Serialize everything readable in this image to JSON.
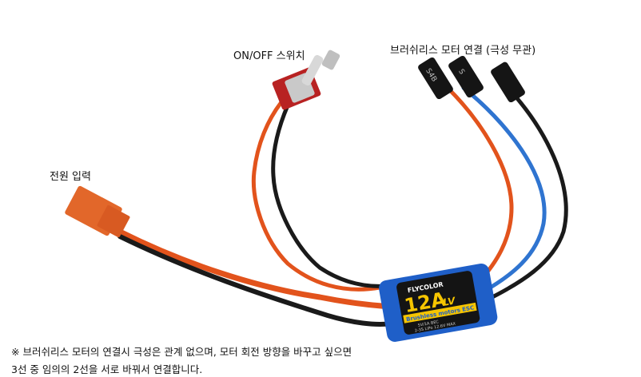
{
  "labels": {
    "switch": "ON/OFF 스위치",
    "motor": "브러쉬리스 모터 연결 (극성 무관)",
    "power": "전원 입력"
  },
  "esc": {
    "brand": "FLYCOLOR",
    "model": "12A",
    "model_suffix": "LV",
    "subtitle": "Brushless motors ESC",
    "spec1": "5V/1A  BEC",
    "spec2": "2-3S LiPo 12.6V MAX"
  },
  "connector_marks": {
    "left": "S4B",
    "middle": "S"
  },
  "note": {
    "line1": "※ 브러쉬리스 모터의 연결시 극성은 관계 없으며, 모터 회전 방향을 바꾸고 싶으면",
    "line2": "3선 중 임의의 2선을 서로 바꿔서 연결합니다."
  },
  "colors": {
    "wire_red": "#e2531c",
    "wire_black": "#1a1a1a",
    "wire_blue": "#2f74d0",
    "esc_blue": "#1f5fc8",
    "connector_orange": "#e2672a",
    "switch_red": "#b82222"
  }
}
